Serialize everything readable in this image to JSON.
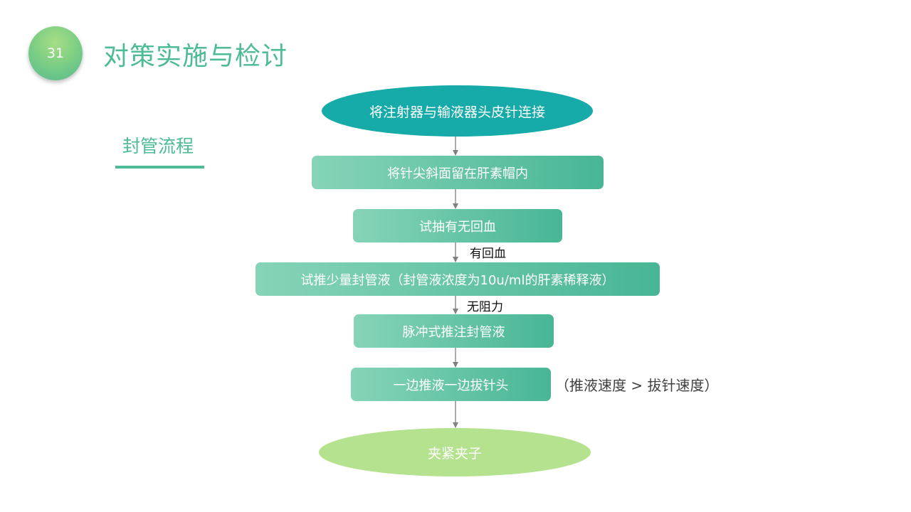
{
  "slide": {
    "number": "31",
    "title": "对策实施与检讨",
    "section_label": "封管流程"
  },
  "flowchart": {
    "start": "将注射器与输液器头皮针连接",
    "steps": [
      "将针尖斜面留在肝素帽内",
      "试抽有无回血",
      "试推少量封管液（封管液浓度为10u/ml的肝素稀释液）",
      "脉冲式推注封管液",
      "一边推液一边拔针头"
    ],
    "end": "夹紧夹子",
    "edge_labels": {
      "after_check_blood": "有回血",
      "after_trial_push": "无阻力"
    },
    "side_note": "（推液速度 > 拔针速度）"
  },
  "colors": {
    "accent": "#4dbb95",
    "start_fill": "#16aba9",
    "step_gradient_start": "#86d4b8",
    "step_gradient_end": "#48b695",
    "end_fill": "#b4e28e",
    "arrow": "#808080"
  }
}
